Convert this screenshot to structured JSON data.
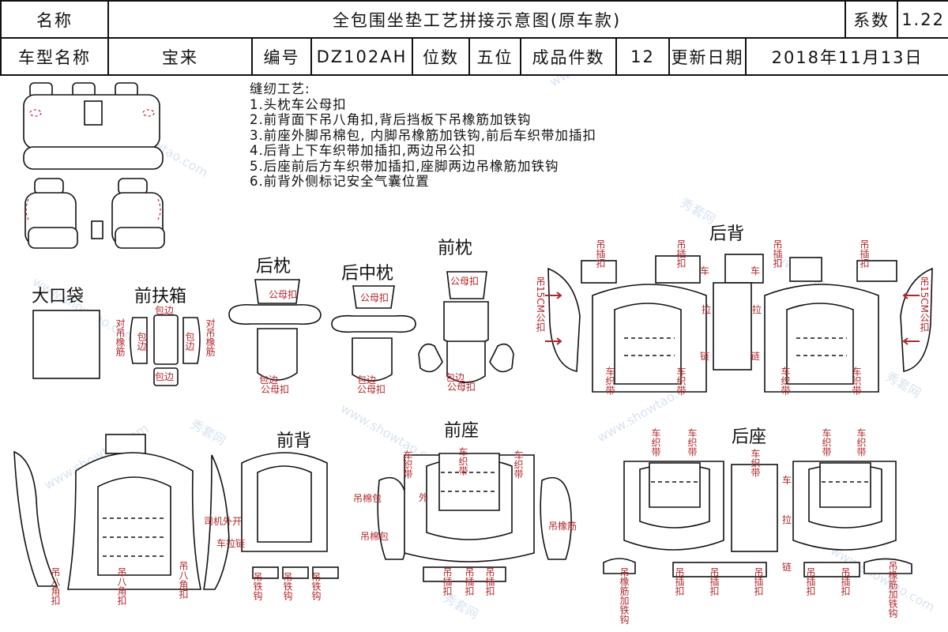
{
  "header": {
    "name_label": "名称",
    "title": "全包围坐垫工艺拼接示意图(原车款)",
    "coef_label": "系数",
    "coef_value": "1.22",
    "model_label": "车型名称",
    "model_value": "宝来",
    "code_label": "编号",
    "code_value": "DZ102AH",
    "seats_label": "位数",
    "seats_value": "五位",
    "pieces_label": "成品件数",
    "pieces_value": "12",
    "updated_label": "更新日期",
    "updated_value": "2018年11月13日"
  },
  "sewing": {
    "title": "缝纫工艺:",
    "steps": [
      "1.头枕车公母扣",
      "2.前背面下吊八角扣,背后挡板下吊橡筋加铁钩",
      "3.前座外脚吊棉包, 内脚吊橡筋加铁钩,前后车织带加插扣",
      "4.后背上下车织带加插扣,两边吊公扣",
      "5.后座前后方车织带加插扣,座脚两边吊橡筋加铁钩",
      "6.前背外侧标记安全气囊位置"
    ]
  },
  "sections": {
    "big_pocket": "大口袋",
    "armrest": "前扶箱",
    "rear_headrest": "后枕",
    "rear_mid_headrest": "后中枕",
    "front_headrest": "前枕",
    "rear_back": "后背",
    "front_back": "前背",
    "front_seat": "前座",
    "rear_seat": "后座"
  },
  "notes": {
    "bao_bian": "包边",
    "gong_mu_kou": "公母扣",
    "dui_diao_xiangjin": "对吊橡筋",
    "diao_cha_kou": "吊插扣",
    "diao_15cm_kou": "吊15CM公扣",
    "che": "车",
    "la": "拉",
    "lian": "链",
    "che_zhi_dai": "车织带",
    "diao_ba_jiao_kou": "吊八角扣",
    "si_ji_wai_kai": "司机外开",
    "che_la_lian": "车拉链",
    "diao_tie_gou": "吊铁钩",
    "diao_mian_bao": "吊棉包",
    "wai": "外",
    "diao_xiang_jin": "吊橡筋",
    "diao_xiangjin_jia_tiegou": "吊橡筋加铁钩"
  },
  "watermark": {
    "site": "www.showtao.com",
    "brand": "秀套网"
  },
  "colors": {
    "annotation": "#b3262a",
    "outline": "#111111",
    "watermark": "#8fb0d6"
  }
}
